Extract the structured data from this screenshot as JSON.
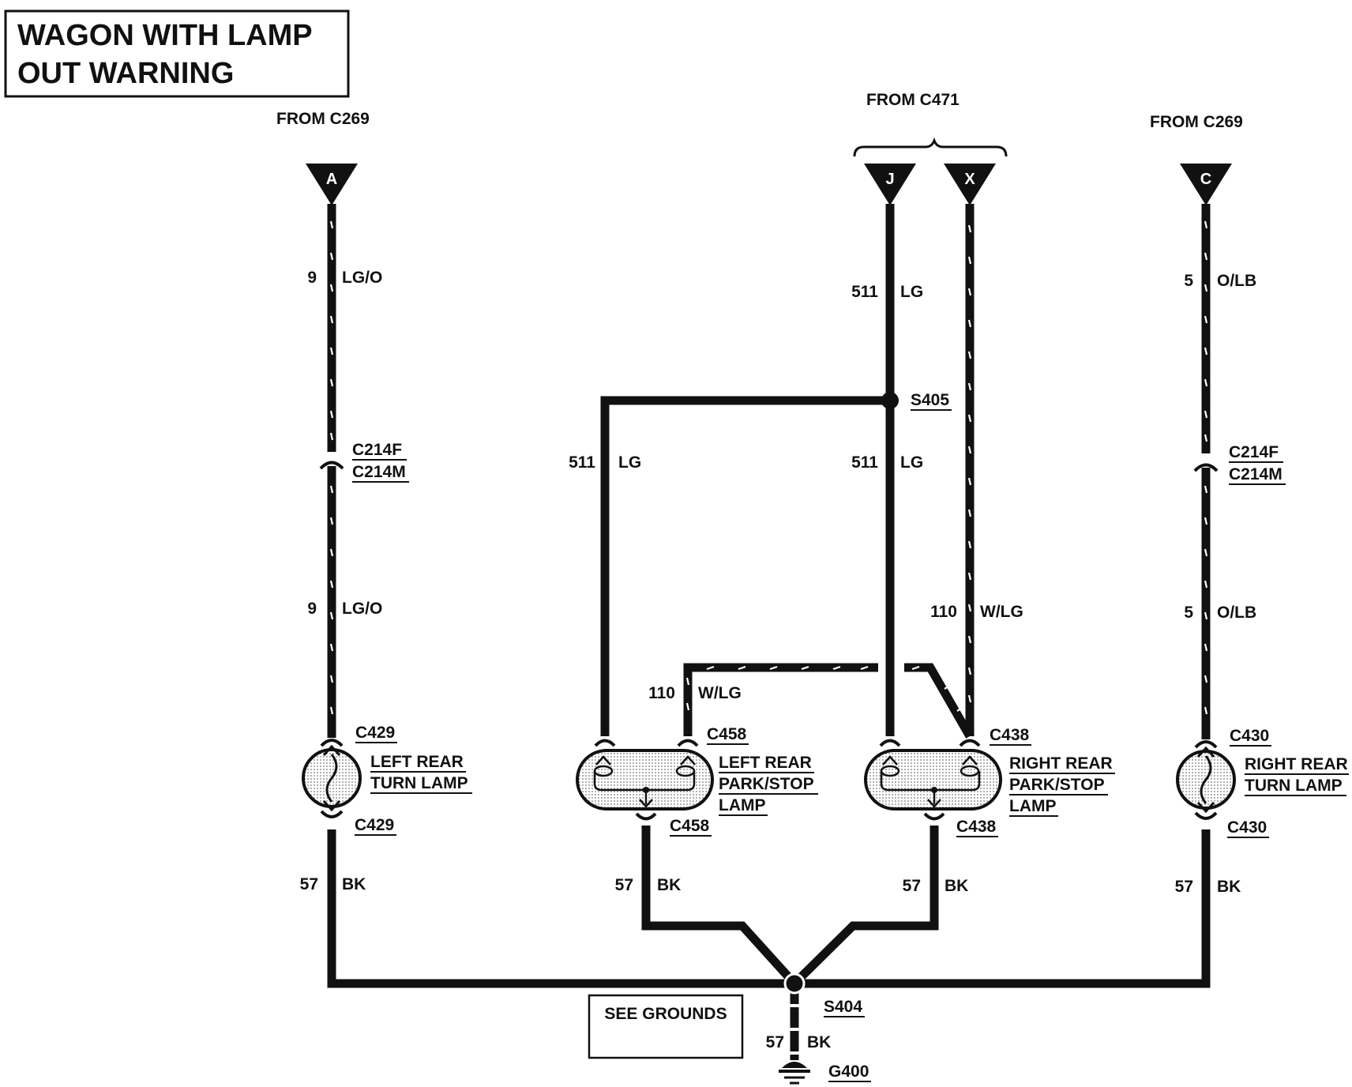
{
  "title": {
    "line1": "WAGON WITH LAMP",
    "line2": "OUT WARNING"
  },
  "sources": {
    "left": "FROM C269",
    "center": "FROM C471",
    "right": "FROM C269"
  },
  "terminals": {
    "a": "A",
    "j": "J",
    "x": "X",
    "c": "C"
  },
  "circuits": {
    "lt_upper_num": "9",
    "lt_upper_color": "LG/O",
    "lt_lower_num": "9",
    "lt_lower_color": "LG/O",
    "c511_top_num": "511",
    "c511_top_color": "LG",
    "c511_mid_num": "511",
    "c511_mid_color": "LG",
    "c511_left_num": "511",
    "c511_left_color": "LG",
    "c110_right_num": "110",
    "c110_right_color": "W/LG",
    "c110_left_num": "110",
    "c110_left_color": "W/LG",
    "rt_upper_num": "5",
    "rt_upper_color": "O/LB",
    "rt_lower_num": "5",
    "rt_lower_color": "O/LB",
    "gnd_lt_num": "57",
    "gnd_lt_color": "BK",
    "gnd_lp_num": "57",
    "gnd_lp_color": "BK",
    "gnd_rp_num": "57",
    "gnd_rp_color": "BK",
    "gnd_rt_num": "57",
    "gnd_rt_color": "BK",
    "gnd_main_num": "57",
    "gnd_main_color": "BK"
  },
  "connectors": {
    "c214f_left": "C214F",
    "c214m_left": "C214M",
    "c214f_right": "C214F",
    "c214m_right": "C214M",
    "c429_top": "C429",
    "c429_bottom": "C429",
    "c458_top": "C458",
    "c458_bottom": "C458",
    "c438_top": "C438",
    "c438_bottom": "C438",
    "c430_top": "C430",
    "c430_bottom": "C430"
  },
  "splices": {
    "s405": "S405",
    "s404": "S404"
  },
  "ground": {
    "g400": "G400"
  },
  "components": {
    "left_turn": [
      "LEFT REAR",
      "TURN LAMP"
    ],
    "left_park": [
      "LEFT REAR",
      "PARK/STOP",
      "LAMP"
    ],
    "right_park": [
      "RIGHT REAR",
      "PARK/STOP",
      "LAMP"
    ],
    "right_turn": [
      "RIGHT REAR",
      "TURN LAMP"
    ]
  },
  "see_grounds": "SEE GROUNDS"
}
